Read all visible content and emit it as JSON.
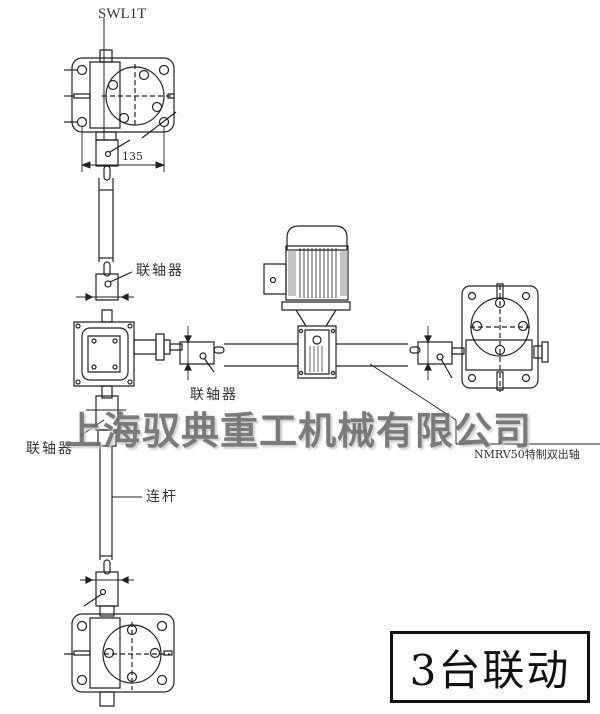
{
  "diagram": {
    "type": "mechanical-assembly-drawing",
    "model_label": "SWL1T",
    "dimension_135": "135",
    "labels": {
      "coupling_top": "联轴器",
      "coupling_mid_right": "联轴器",
      "coupling_left": "联轴器",
      "connecting_rod": "连杆",
      "reducer_note": "NMRV50特制双出轴"
    },
    "watermark": "上海驭典重工机械有限公司",
    "title_box": "3台联动",
    "components": [
      {
        "id": "lift-top",
        "name": "Screw jack (top)"
      },
      {
        "id": "coupling-top",
        "name": "Coupling"
      },
      {
        "id": "gearbox-left",
        "name": "Steering gearbox"
      },
      {
        "id": "coupling-h-left",
        "name": "Coupling (horizontal left)"
      },
      {
        "id": "motor",
        "name": "Motor"
      },
      {
        "id": "reducer",
        "name": "NMRV50 worm reducer (double output shaft)"
      },
      {
        "id": "coupling-h-right",
        "name": "Coupling (horizontal right)"
      },
      {
        "id": "lift-right",
        "name": "Screw jack (right)"
      },
      {
        "id": "coupling-mid",
        "name": "Coupling (vertical middle)"
      },
      {
        "id": "rod",
        "name": "Connecting rod"
      },
      {
        "id": "coupling-bottom",
        "name": "Coupling (bottom)"
      },
      {
        "id": "lift-bottom",
        "name": "Screw jack (bottom)"
      }
    ],
    "colors": {
      "line": "#222222",
      "watermark": "#6f6f6f",
      "background": "#ffffff"
    }
  }
}
